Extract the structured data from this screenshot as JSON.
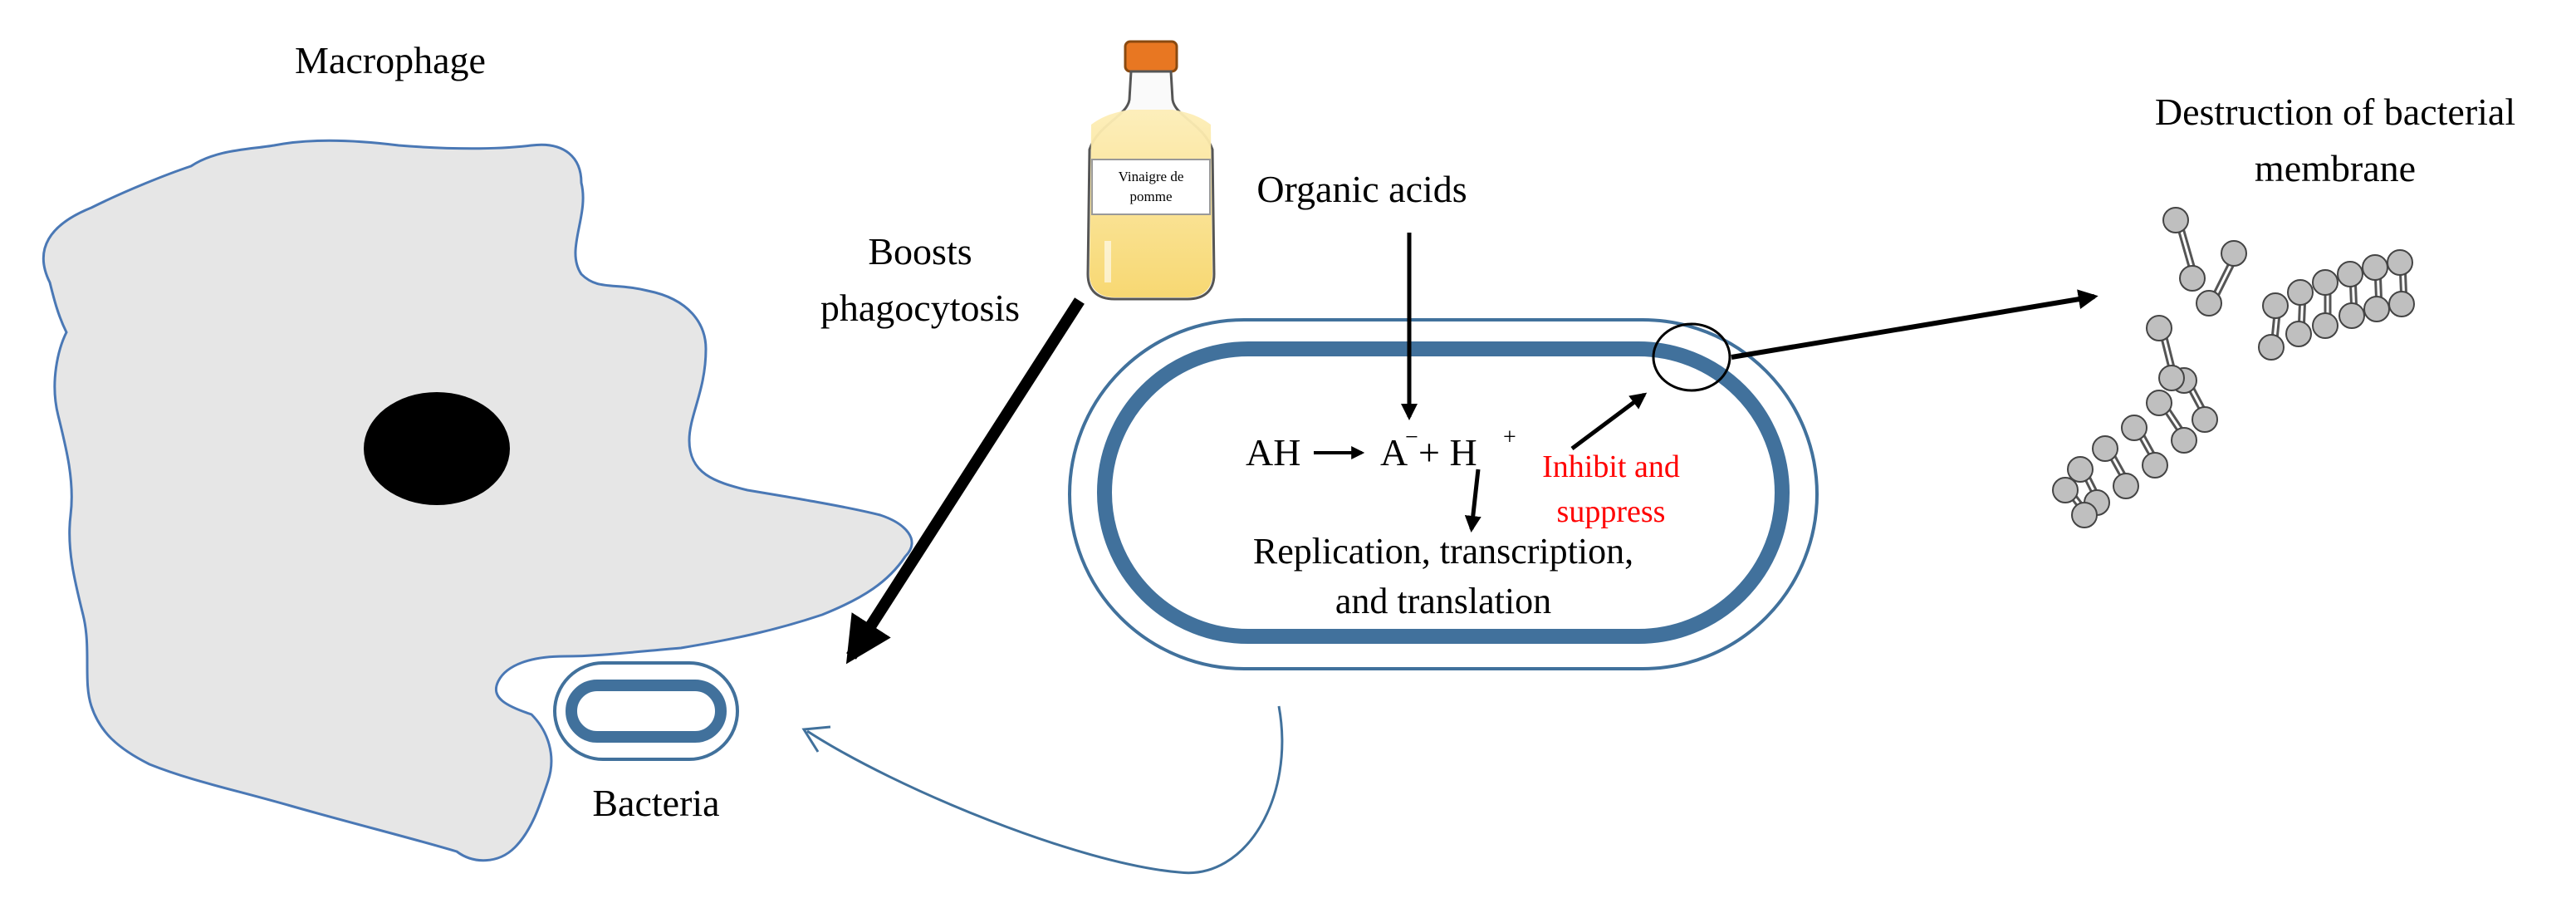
{
  "labels": {
    "macrophage": "Macrophage",
    "boosts_line1": "Boosts",
    "boosts_line2": "phagocytosis",
    "bottle_line1": "Vinaigre de",
    "bottle_line2": "pomme",
    "organic_acids": "Organic acids",
    "reaction_ah": "AH",
    "reaction_a": "A",
    "reaction_a_sup": "−",
    "reaction_plus": "+ H",
    "reaction_h_sup": "+",
    "inhibit_line1": "Inhibit and",
    "inhibit_line2": "suppress",
    "replication_line1": "Replication, transcription,",
    "replication_line2": "and translation",
    "destruction_line1": "Destruction of bacterial",
    "destruction_line2": "membrane",
    "bacteria": "Bacteria"
  },
  "colors": {
    "macrophage_fill": "#e6e6e6",
    "macrophage_stroke": "#4a78b5",
    "bacteria_blue": "#41719c",
    "inhibit_red": "#ff0000",
    "bottle_liquid": "#fbe39a",
    "bottle_cap": "#e87722",
    "lipid_head": "#bfbfbf"
  }
}
